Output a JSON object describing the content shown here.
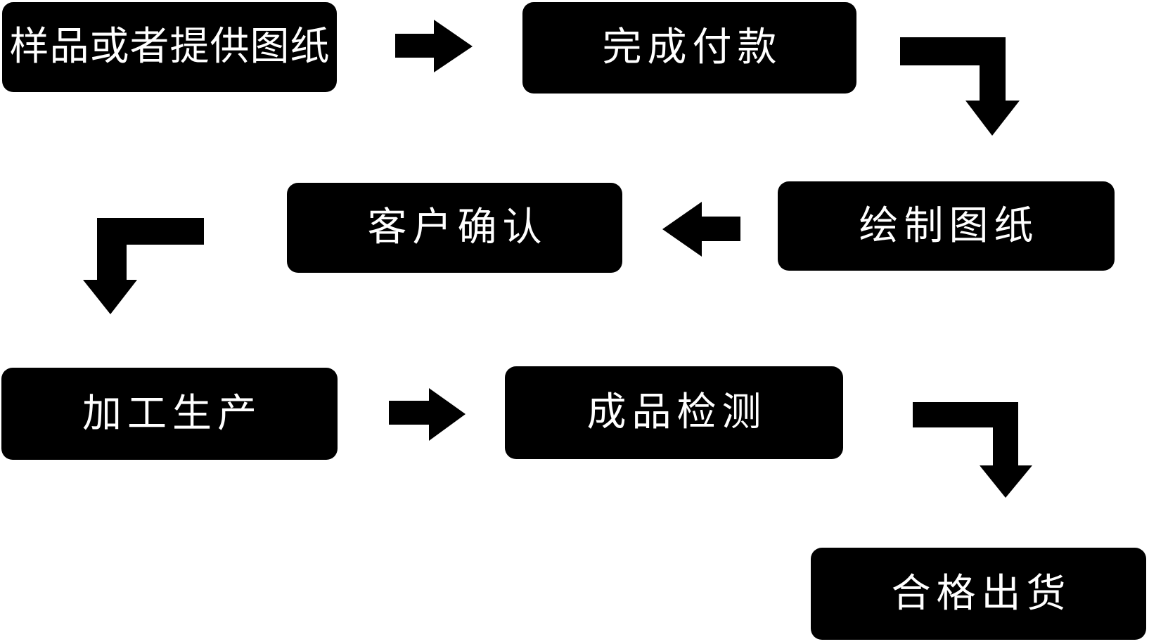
{
  "diagram": {
    "background_color": "#ffffff",
    "node_fill_color": "#000000",
    "node_text_color": "#ffffff",
    "arrow_color": "#000000",
    "nodes": [
      {
        "id": "sample",
        "label": "样品或者提供图纸"
      },
      {
        "id": "payment",
        "label": "完成付款"
      },
      {
        "id": "confirm",
        "label": "客户确认"
      },
      {
        "id": "drawing",
        "label": "绘制图纸"
      },
      {
        "id": "production",
        "label": "加工生产"
      },
      {
        "id": "inspection",
        "label": "成品检测"
      },
      {
        "id": "shipment",
        "label": "合格出货"
      }
    ],
    "edges": [
      {
        "from": "样品或者提供图纸",
        "to": "完成付款",
        "shape": "straight-right-arrow"
      },
      {
        "from": "完成付款",
        "to": "绘制图纸",
        "shape": "elbow-right-down-arrow"
      },
      {
        "from": "绘制图纸",
        "to": "客户确认",
        "shape": "straight-left-arrow"
      },
      {
        "from": "客户确认",
        "to": "加工生产",
        "shape": "elbow-left-down-arrow"
      },
      {
        "from": "加工生产",
        "to": "成品检测",
        "shape": "straight-right-arrow"
      },
      {
        "from": "成品检测",
        "to": "合格出货",
        "shape": "elbow-right-down-arrow"
      }
    ]
  }
}
